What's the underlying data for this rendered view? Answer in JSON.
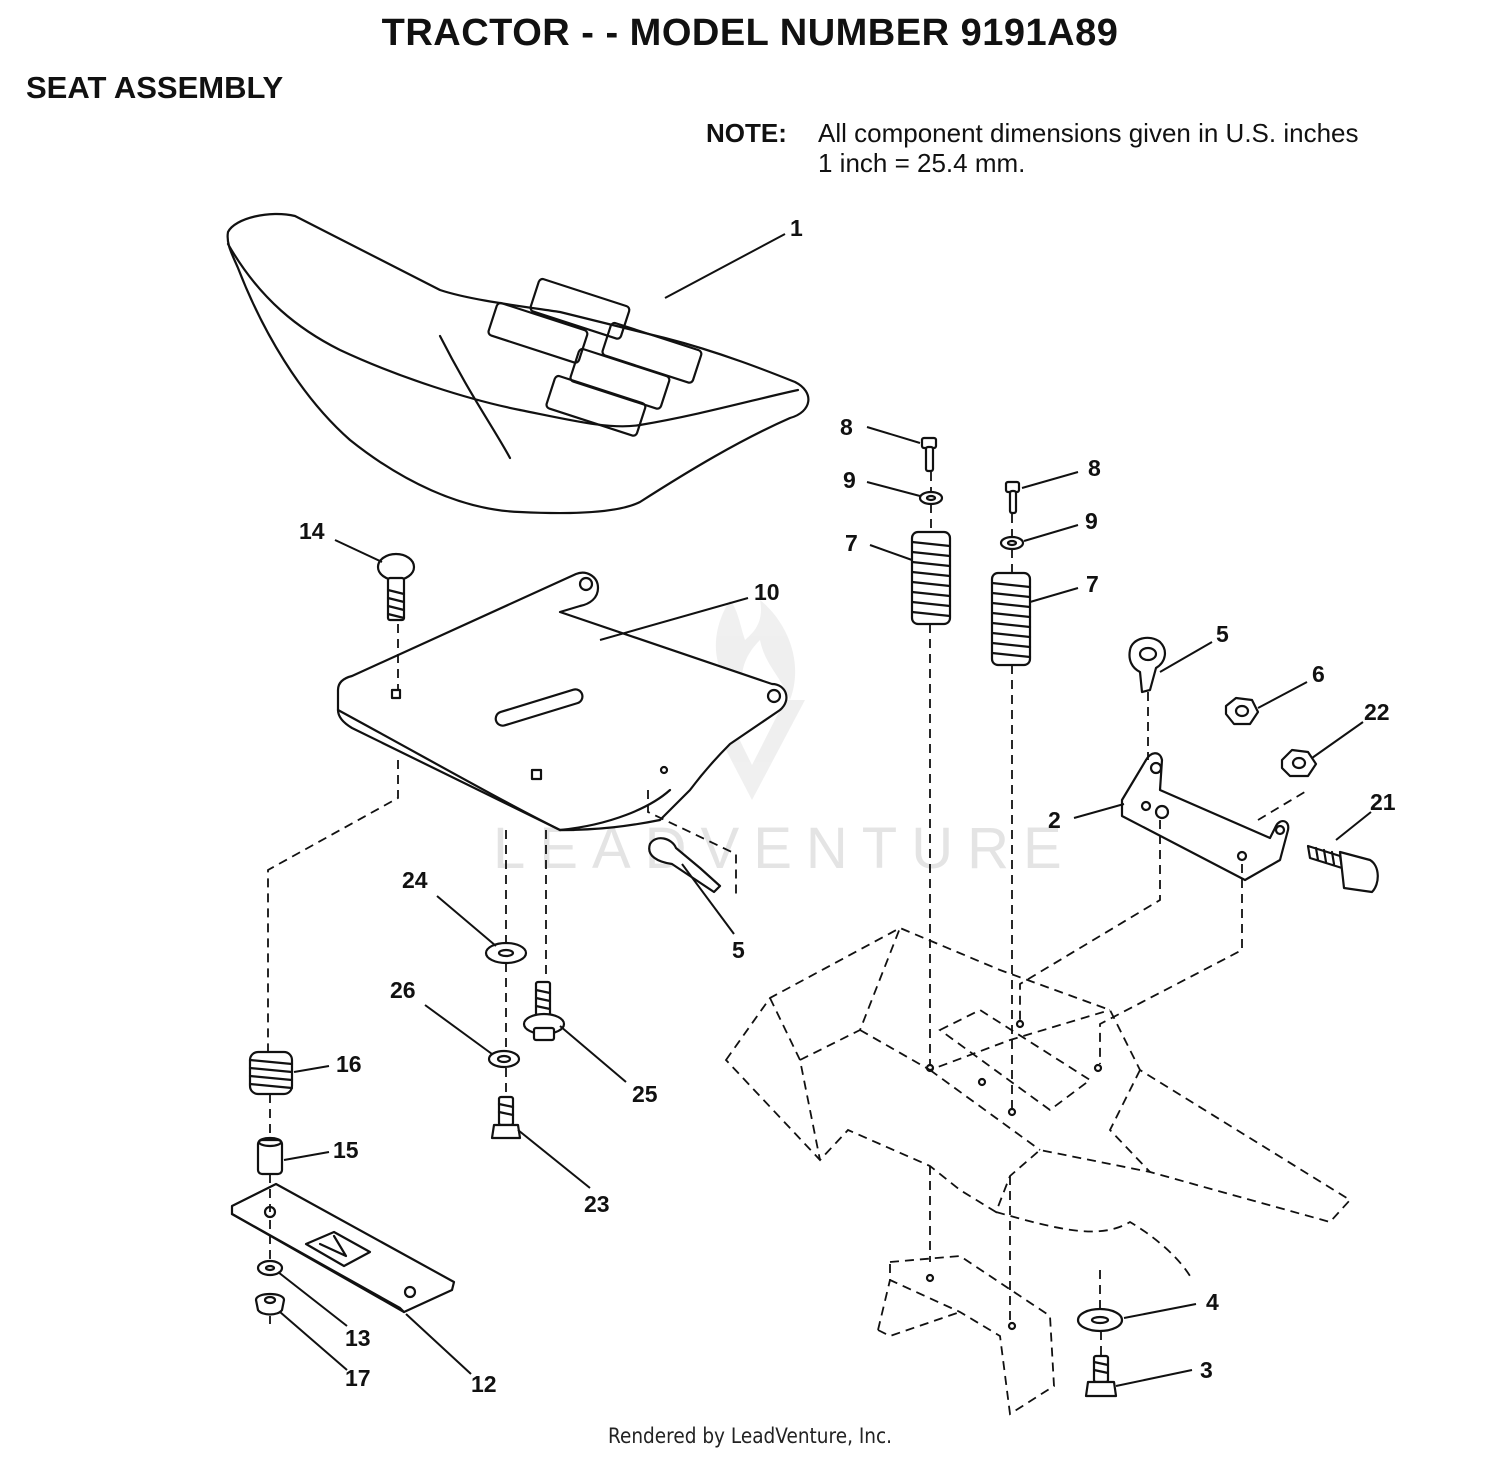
{
  "header": {
    "title": "TRACTOR - - MODEL NUMBER 9191A89",
    "subtitle": "SEAT ASSEMBLY"
  },
  "note": {
    "label": "NOTE:",
    "line1": "All component dimensions given in U.S. inches",
    "line2": "1 inch = 25.4 mm."
  },
  "callouts": {
    "c1": "1",
    "c2": "2",
    "c3": "3",
    "c4": "4",
    "c5a": "5",
    "c5b": "5",
    "c6": "6",
    "c7a": "7",
    "c7b": "7",
    "c8a": "8",
    "c8b": "8",
    "c9a": "9",
    "c9b": "9",
    "c10": "10",
    "c12": "12",
    "c13": "13",
    "c14": "14",
    "c15": "15",
    "c16": "16",
    "c17": "17",
    "c21": "21",
    "c22": "22",
    "c23": "23",
    "c24": "24",
    "c25": "25",
    "c26": "26"
  },
  "watermark": "LEADVENTURE",
  "footer": "Rendered by LeadVenture, Inc."
}
